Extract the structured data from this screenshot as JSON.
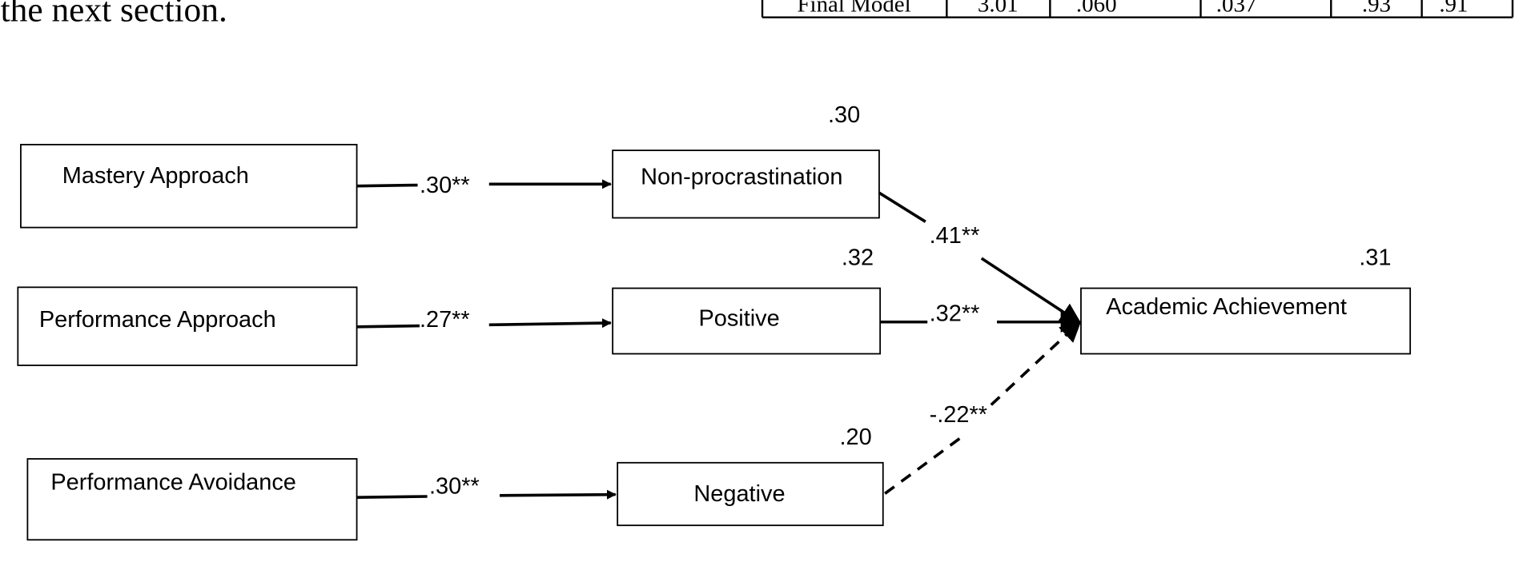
{
  "body_text": "the next section.",
  "table_row": [
    "Final Model",
    "3.01",
    ".060",
    ".037",
    ".93",
    ".91"
  ],
  "boxes": {
    "mastery": "Mastery Approach",
    "perf_approach": "Performance Approach",
    "perf_avoid": "Performance Avoidance",
    "nonproc": "Non-procrastination",
    "positive": "Positive",
    "negative": "Negative",
    "achievement": "Academic Achievement"
  },
  "r2": {
    "nonproc": ".30",
    "positive": ".32",
    "negative": ".20",
    "achievement": ".31"
  },
  "paths": {
    "mastery_nonproc": ".30**",
    "perfapp_positive": ".27**",
    "perfavoid_negative": ".30**",
    "nonproc_ach": ".41**",
    "positive_ach": ".32**",
    "negative_ach": "-.22**"
  }
}
